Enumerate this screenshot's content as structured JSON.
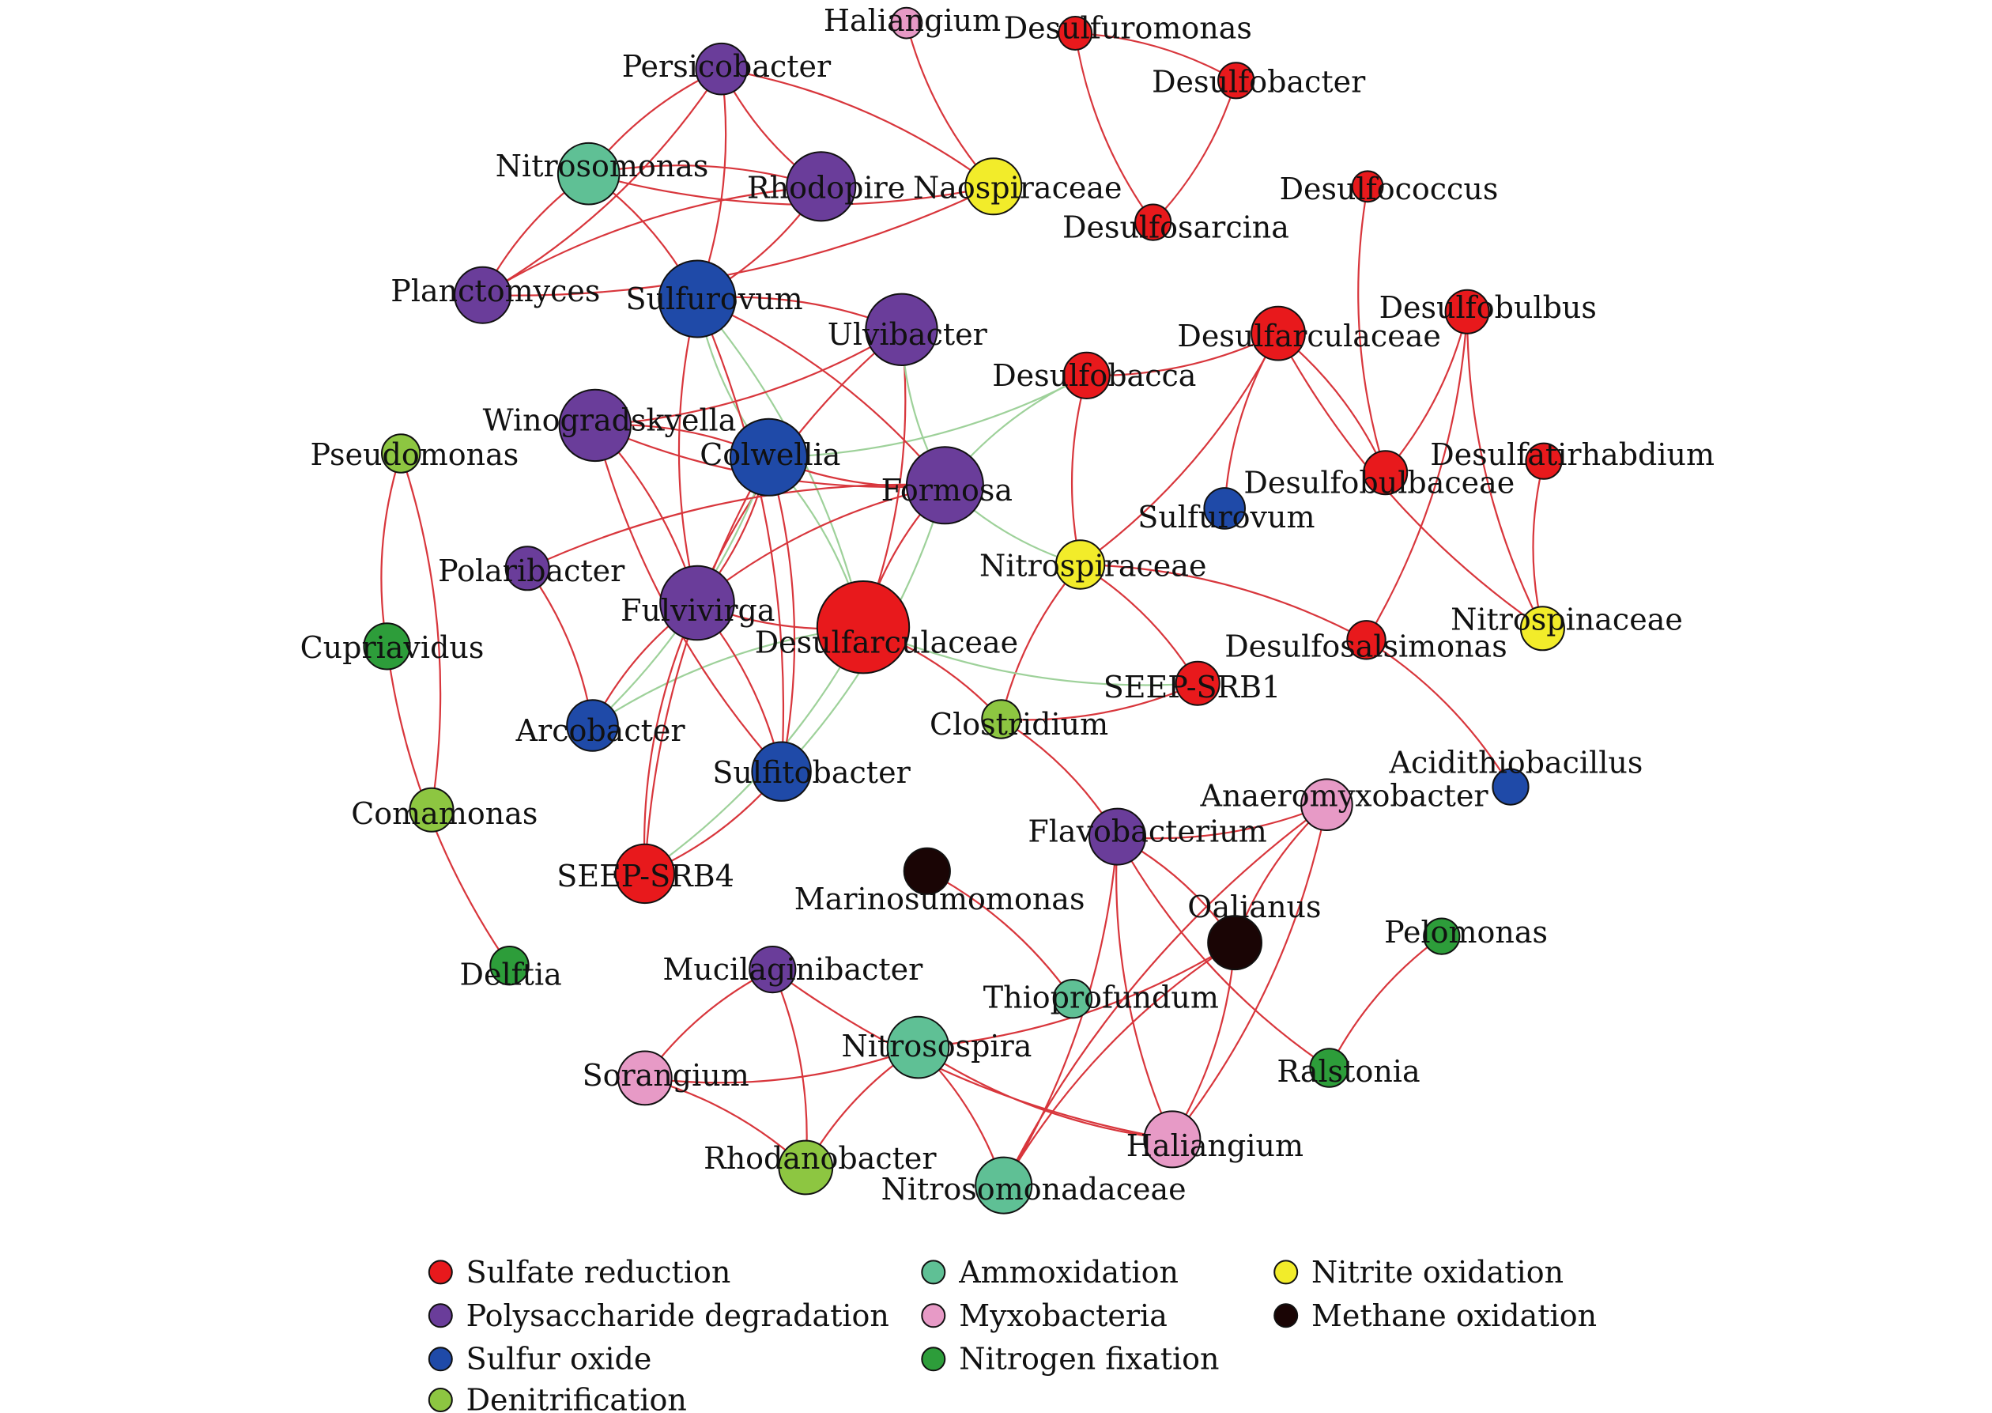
{
  "categories": {
    "sulfate": {
      "label": "Sulfate reduction",
      "color": "#e8191c"
    },
    "poly": {
      "label": "Polysaccharide degradation",
      "color": "#6a3d9a"
    },
    "sulfur": {
      "label": "Sulfur oxide",
      "color": "#1f4aa8"
    },
    "denit": {
      "label": "Denitrification",
      "color": "#8dc641"
    },
    "ammox": {
      "label": "Ammoxidation",
      "color": "#5fc095"
    },
    "myxo": {
      "label": "Myxobacteria",
      "color": "#e79ac6"
    },
    "nfix": {
      "label": "Nitrogen fixation",
      "color": "#2d9d3a"
    },
    "nitrite": {
      "label": "Nitrite oxidation",
      "color": "#f2ec2a"
    },
    "methane": {
      "label": "Methane oxidation",
      "color": "#1a0505"
    }
  },
  "legend": [
    {
      "category": "sulfate",
      "label": "Sulfate reduction"
    },
    {
      "category": "poly",
      "label": "Polysaccharide degradation"
    },
    {
      "category": "sulfur",
      "label": "Sulfur oxide"
    },
    {
      "category": "denit",
      "label": "Denitrification"
    },
    {
      "category": "ammox",
      "label": "Ammoxidation"
    },
    {
      "category": "myxo",
      "label": "Myxobacteria"
    },
    {
      "category": "nfix",
      "label": "Nitrogen fixation"
    },
    {
      "category": "nitrite",
      "label": "Nitrite oxidation"
    },
    {
      "category": "methane",
      "label": "Methane oxidation"
    }
  ],
  "nodes": [
    {
      "id": "haliangium1",
      "label": "Haliangium",
      "category": "myxo"
    },
    {
      "id": "desulfuromonas",
      "label": "Desulfuromonas",
      "category": "sulfate"
    },
    {
      "id": "desulfobacter",
      "label": "Desulfobacter",
      "category": "sulfate"
    },
    {
      "id": "persicobacter",
      "label": "Persicobacter",
      "category": "poly"
    },
    {
      "id": "nitrosomonas",
      "label": "Nitrosomonas",
      "category": "ammox"
    },
    {
      "id": "rhodopire",
      "label": "Rhodopire",
      "category": "poly"
    },
    {
      "id": "naospiraceae",
      "label": "Naospiraceae",
      "category": "nitrite"
    },
    {
      "id": "desulfococcus",
      "label": "Desulfococcus",
      "category": "sulfate"
    },
    {
      "id": "desulfosarcina",
      "label": "Desulfosarcina",
      "category": "sulfate"
    },
    {
      "id": "planctomyces",
      "label": "Planctomyces",
      "category": "poly"
    },
    {
      "id": "sulfurovum1",
      "label": "Sulfurovum",
      "category": "sulfur"
    },
    {
      "id": "desulfobulbus",
      "label": "Desulfobulbus",
      "category": "sulfate"
    },
    {
      "id": "ulvibacter",
      "label": "Ulvibacter",
      "category": "poly"
    },
    {
      "id": "desulfarculaceae1",
      "label": "Desulfarculaceae",
      "category": "sulfate"
    },
    {
      "id": "desulfobacca",
      "label": "Desulfobacca",
      "category": "sulfate"
    },
    {
      "id": "winogradskyella",
      "label": "Winogradskyella",
      "category": "poly"
    },
    {
      "id": "pseudomonas",
      "label": "Pseudomonas",
      "category": "denit"
    },
    {
      "id": "colwellia",
      "label": "Colwellia",
      "category": "sulfur"
    },
    {
      "id": "desulfatirhabdium",
      "label": "Desulfatirhabdium",
      "category": "sulfate"
    },
    {
      "id": "desulfobulbaceae",
      "label": "Desulfobulbaceae",
      "category": "sulfate"
    },
    {
      "id": "formosa",
      "label": "Formosa",
      "category": "poly"
    },
    {
      "id": "sulfurovum2",
      "label": "Sulfurovum",
      "category": "sulfur"
    },
    {
      "id": "polaribacter",
      "label": "Polaribacter",
      "category": "poly"
    },
    {
      "id": "nitrospiraceae",
      "label": "Nitrospiraceae",
      "category": "nitrite"
    },
    {
      "id": "fulvivirga",
      "label": "Fulvivirga",
      "category": "poly"
    },
    {
      "id": "nitrospinaceae",
      "label": "Nitrospinaceae",
      "category": "nitrite"
    },
    {
      "id": "cupriavidus",
      "label": "Cupriavidus",
      "category": "nfix"
    },
    {
      "id": "desulfarculaceae2",
      "label": "Desulfarculaceae",
      "category": "sulfate"
    },
    {
      "id": "desulfosalsimonas",
      "label": "Desulfosalsimonas",
      "category": "sulfate"
    },
    {
      "id": "seep_srb1",
      "label": "SEEP-SRB1",
      "category": "sulfate"
    },
    {
      "id": "arcobacter",
      "label": "Arcobacter",
      "category": "sulfur"
    },
    {
      "id": "clostridium",
      "label": "Clostridium",
      "category": "denit"
    },
    {
      "id": "acidithiobacillus",
      "label": "Acidithiobacillus",
      "category": "sulfur"
    },
    {
      "id": "sulfitobacter",
      "label": "Sulfitobacter",
      "category": "sulfur"
    },
    {
      "id": "anaeromyxobacter",
      "label": "Anaeromyxobacter",
      "category": "myxo"
    },
    {
      "id": "comamonas",
      "label": "Comamonas",
      "category": "denit"
    },
    {
      "id": "flavobacterium",
      "label": "Flavobacterium",
      "category": "poly"
    },
    {
      "id": "seep_srb4",
      "label": "SEEP-SRB4",
      "category": "sulfate"
    },
    {
      "id": "marinosumomonas",
      "label": "Marinosumomonas",
      "category": "methane"
    },
    {
      "id": "oalianus",
      "label": "Oalianus",
      "category": "methane"
    },
    {
      "id": "pelomonas",
      "label": "Pelomonas",
      "category": "nfix"
    },
    {
      "id": "delftia",
      "label": "Delftia",
      "category": "nfix"
    },
    {
      "id": "mucilaginibacter",
      "label": "Mucilaginibacter",
      "category": "poly"
    },
    {
      "id": "thioprofundum",
      "label": "Thioprofundum",
      "category": "ammox"
    },
    {
      "id": "nitrosospira",
      "label": "Nitrosospira",
      "category": "ammox"
    },
    {
      "id": "ralstonia",
      "label": "Ralstonia",
      "category": "nfix"
    },
    {
      "id": "sorangium",
      "label": "Sorangium",
      "category": "myxo"
    },
    {
      "id": "haliangium2",
      "label": "Haliangium",
      "category": "myxo"
    },
    {
      "id": "rhodanobacter",
      "label": "Rhodanobacter",
      "category": "denit"
    },
    {
      "id": "nitrosomonadaceae",
      "label": "Nitrosomonadaceae",
      "category": "ammox"
    }
  ],
  "edges": [
    {
      "source": "haliangium1",
      "target": "naospiraceae",
      "sign": "positive"
    },
    {
      "source": "persicobacter",
      "target": "naospiraceae",
      "sign": "positive"
    },
    {
      "source": "persicobacter",
      "target": "rhodopire",
      "sign": "positive"
    },
    {
      "source": "persicobacter",
      "target": "planctomyces",
      "sign": "positive"
    },
    {
      "source": "persicobacter",
      "target": "nitrosomonas",
      "sign": "positive"
    },
    {
      "source": "persicobacter",
      "target": "sulfurovum1",
      "sign": "positive"
    },
    {
      "source": "nitrosomonas",
      "target": "naospiraceae",
      "sign": "positive"
    },
    {
      "source": "nitrosomonas",
      "target": "rhodopire",
      "sign": "positive"
    },
    {
      "source": "nitrosomonas",
      "target": "planctomyces",
      "sign": "positive"
    },
    {
      "source": "nitrosomonas",
      "target": "sulfurovum1",
      "sign": "positive"
    },
    {
      "source": "rhodopire",
      "target": "planctomyces",
      "sign": "positive"
    },
    {
      "source": "rhodopire",
      "target": "sulfurovum1",
      "sign": "positive"
    },
    {
      "source": "planctomyces",
      "target": "naospiraceae",
      "sign": "positive"
    },
    {
      "source": "desulfuromonas",
      "target": "desulfobacter",
      "sign": "positive"
    },
    {
      "source": "desulfuromonas",
      "target": "desulfosarcina",
      "sign": "positive"
    },
    {
      "source": "desulfobacter",
      "target": "desulfosarcina",
      "sign": "positive"
    },
    {
      "source": "desulfococcus",
      "target": "desulfobulbaceae",
      "sign": "positive"
    },
    {
      "source": "desulfobulbus",
      "target": "desulfobulbaceae",
      "sign": "positive"
    },
    {
      "source": "desulfobulbus",
      "target": "nitrospinaceae",
      "sign": "positive"
    },
    {
      "source": "desulfobulbus",
      "target": "desulfosalsimonas",
      "sign": "positive"
    },
    {
      "source": "desulfatirhabdium",
      "target": "nitrospinaceae",
      "sign": "positive"
    },
    {
      "source": "desulfarculaceae1",
      "target": "desulfobacca",
      "sign": "positive"
    },
    {
      "source": "desulfarculaceae1",
      "target": "sulfurovum2",
      "sign": "positive"
    },
    {
      "source": "desulfarculaceae1",
      "target": "desulfobulbaceae",
      "sign": "positive"
    },
    {
      "source": "desulfarculaceae1",
      "target": "nitrospinaceae",
      "sign": "positive"
    },
    {
      "source": "desulfarculaceae1",
      "target": "nitrospiraceae",
      "sign": "positive"
    },
    {
      "source": "desulfobacca",
      "target": "formosa",
      "sign": "negative"
    },
    {
      "source": "desulfobacca",
      "target": "colwellia",
      "sign": "negative"
    },
    {
      "source": "desulfobacca",
      "target": "nitrospiraceae",
      "sign": "positive"
    },
    {
      "source": "nitrospiraceae",
      "target": "seep_srb1",
      "sign": "positive"
    },
    {
      "source": "nitrospiraceae",
      "target": "clostridium",
      "sign": "positive"
    },
    {
      "source": "nitrospiraceae",
      "target": "formosa",
      "sign": "negative"
    },
    {
      "source": "desulfarculaceae2",
      "target": "seep_srb1",
      "sign": "negative"
    },
    {
      "source": "desulfarculaceae2",
      "target": "clostridium",
      "sign": "positive"
    },
    {
      "source": "desulfarculaceae2",
      "target": "arcobacter",
      "sign": "negative"
    },
    {
      "source": "desulfarculaceae2",
      "target": "seep_srb4",
      "sign": "negative"
    },
    {
      "source": "desulfarculaceae2",
      "target": "colwellia",
      "sign": "negative"
    },
    {
      "source": "desulfarculaceae2",
      "target": "formosa",
      "sign": "positive"
    },
    {
      "source": "desulfarculaceae2",
      "target": "sulfurovum1",
      "sign": "negative"
    },
    {
      "source": "desulfarculaceae2",
      "target": "fulvivirga",
      "sign": "positive"
    },
    {
      "source": "desulfarculaceae2",
      "target": "ulvibacter",
      "sign": "positive"
    },
    {
      "source": "sulfurovum1",
      "target": "ulvibacter",
      "sign": "positive"
    },
    {
      "source": "sulfurovum1",
      "target": "colwellia",
      "sign": "negative"
    },
    {
      "source": "sulfurovum1",
      "target": "formosa",
      "sign": "positive"
    },
    {
      "source": "sulfurovum1",
      "target": "fulvivirga",
      "sign": "positive"
    },
    {
      "source": "sulfurovum1",
      "target": "sulfitobacter",
      "sign": "positive"
    },
    {
      "source": "ulvibacter",
      "target": "formosa",
      "sign": "negative"
    },
    {
      "source": "ulvibacter",
      "target": "winogradskyella",
      "sign": "positive"
    },
    {
      "source": "ulvibacter",
      "target": "fulvivirga",
      "sign": "positive"
    },
    {
      "source": "winogradskyella",
      "target": "colwellia",
      "sign": "positive"
    },
    {
      "source": "winogradskyella",
      "target": "formosa",
      "sign": "positive"
    },
    {
      "source": "winogradskyella",
      "target": "fulvivirga",
      "sign": "positive"
    },
    {
      "source": "winogradskyella",
      "target": "sulfitobacter",
      "sign": "positive"
    },
    {
      "source": "colwellia",
      "target": "fulvivirga",
      "sign": "positive"
    },
    {
      "source": "colwellia",
      "target": "formosa",
      "sign": "positive"
    },
    {
      "source": "colwellia",
      "target": "sulfitobacter",
      "sign": "positive"
    },
    {
      "source": "colwellia",
      "target": "seep_srb4",
      "sign": "positive"
    },
    {
      "source": "colwellia",
      "target": "arcobacter",
      "sign": "negative"
    },
    {
      "source": "formosa",
      "target": "polaribacter",
      "sign": "positive"
    },
    {
      "source": "formosa",
      "target": "sulfitobacter",
      "sign": "negative"
    },
    {
      "source": "formosa",
      "target": "fulvivirga",
      "sign": "positive"
    },
    {
      "source": "polaribacter",
      "target": "arcobacter",
      "sign": "positive"
    },
    {
      "source": "fulvivirga",
      "target": "arcobacter",
      "sign": "positive"
    },
    {
      "source": "fulvivirga",
      "target": "sulfitobacter",
      "sign": "positive"
    },
    {
      "source": "fulvivirga",
      "target": "seep_srb4",
      "sign": "positive"
    },
    {
      "source": "sulfitobacter",
      "target": "seep_srb4",
      "sign": "positive"
    },
    {
      "source": "clostridium",
      "target": "seep_srb1",
      "sign": "positive"
    },
    {
      "source": "clostridium",
      "target": "flavobacterium",
      "sign": "positive"
    },
    {
      "source": "pseudomonas",
      "target": "cupriavidus",
      "sign": "positive"
    },
    {
      "source": "pseudomonas",
      "target": "comamonas",
      "sign": "positive"
    },
    {
      "source": "cupriavidus",
      "target": "delftia",
      "sign": "positive"
    },
    {
      "source": "desulfosalsimonas",
      "target": "acidithiobacillus",
      "sign": "positive"
    },
    {
      "source": "desulfosalsimonas",
      "target": "nitrospiraceae",
      "sign": "positive"
    },
    {
      "source": "anaeromyxobacter",
      "target": "flavobacterium",
      "sign": "positive"
    },
    {
      "source": "anaeromyxobacter",
      "target": "oalianus",
      "sign": "positive"
    },
    {
      "source": "anaeromyxobacter",
      "target": "haliangium2",
      "sign": "positive"
    },
    {
      "source": "anaeromyxobacter",
      "target": "nitrosomonadaceae",
      "sign": "positive"
    },
    {
      "source": "flavobacterium",
      "target": "oalianus",
      "sign": "positive"
    },
    {
      "source": "flavobacterium",
      "target": "haliangium2",
      "sign": "positive"
    },
    {
      "source": "flavobacterium",
      "target": "nitrosomonadaceae",
      "sign": "positive"
    },
    {
      "source": "flavobacterium",
      "target": "ralstonia",
      "sign": "positive"
    },
    {
      "source": "oalianus",
      "target": "nitrosospira",
      "sign": "positive"
    },
    {
      "source": "oalianus",
      "target": "nitrosomonadaceae",
      "sign": "positive"
    },
    {
      "source": "oalianus",
      "target": "haliangium2",
      "sign": "positive"
    },
    {
      "source": "pelomonas",
      "target": "ralstonia",
      "sign": "positive"
    },
    {
      "source": "marinosumomonas",
      "target": "thioprofundum",
      "sign": "positive"
    },
    {
      "source": "mucilaginibacter",
      "target": "sorangium",
      "sign": "positive"
    },
    {
      "source": "mucilaginibacter",
      "target": "rhodanobacter",
      "sign": "positive"
    },
    {
      "source": "mucilaginibacter",
      "target": "haliangium2",
      "sign": "positive"
    },
    {
      "source": "nitrosospira",
      "target": "sorangium",
      "sign": "positive"
    },
    {
      "source": "nitrosospira",
      "target": "rhodanobacter",
      "sign": "positive"
    },
    {
      "source": "nitrosospira",
      "target": "nitrosomonadaceae",
      "sign": "positive"
    },
    {
      "source": "nitrosospira",
      "target": "haliangium2",
      "sign": "positive"
    },
    {
      "source": "sorangium",
      "target": "rhodanobacter",
      "sign": "positive"
    }
  ]
}
